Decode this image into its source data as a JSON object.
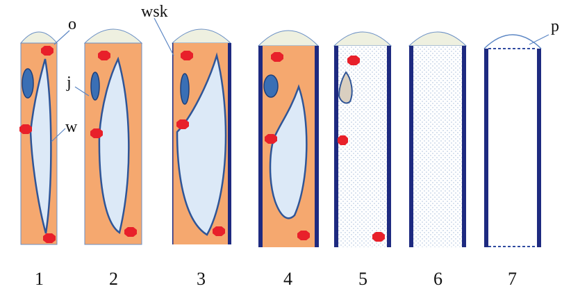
{
  "labels": {
    "o": "o",
    "j": "j",
    "w": "w",
    "wsk": "wsk",
    "p": "p"
  },
  "stages": [
    "1",
    "2",
    "3",
    "4",
    "5",
    "6",
    "7"
  ],
  "colors": {
    "cytoplasm": "#f5a86f",
    "vacuole": "#dce9f7",
    "outline": "#2f5597",
    "nucleus": "#3a6fb5",
    "granule": "#e8202a",
    "cap": "#eef0e0",
    "wall": "#1e2a80",
    "empty": "#ffffff"
  }
}
